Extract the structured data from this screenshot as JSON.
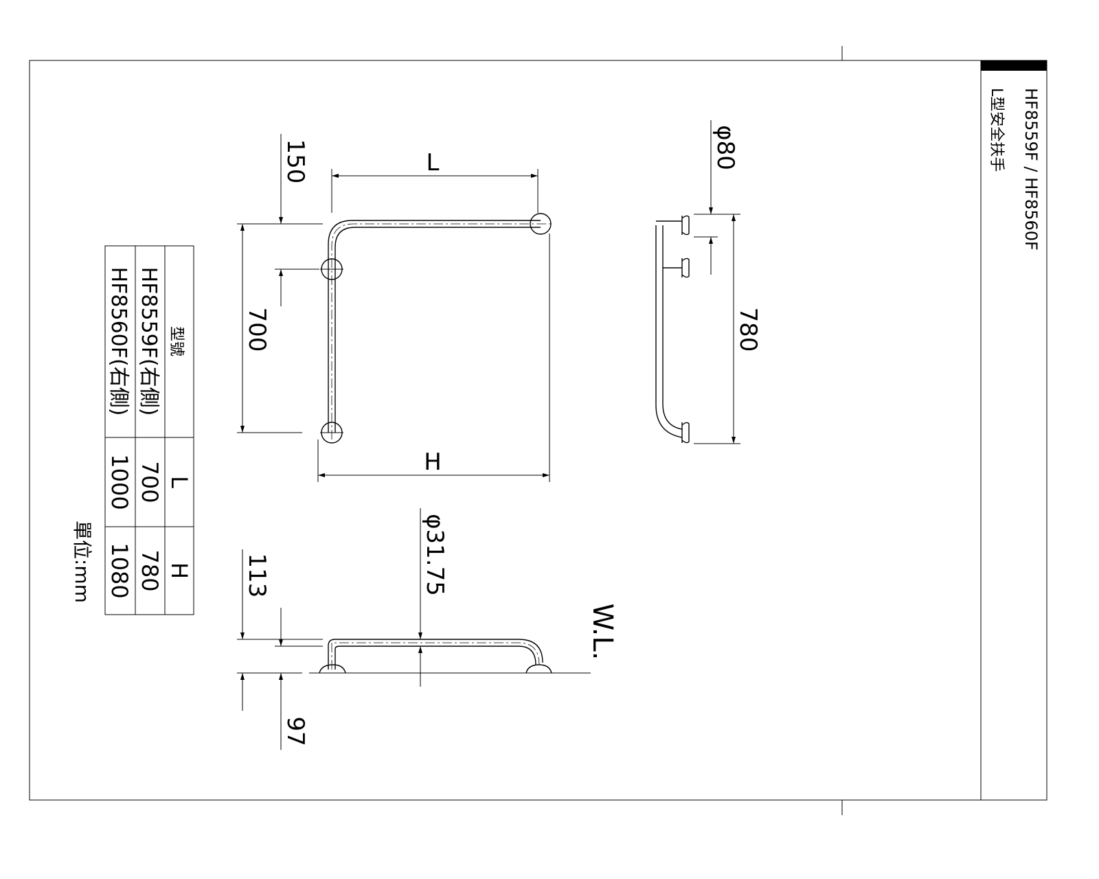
{
  "title_block": {
    "model": "HF8559F / HF8560F",
    "name": "L型安全扶手"
  },
  "dimensions": {
    "L": "L",
    "H": "H",
    "d150": "150",
    "d700": "700",
    "phi80": "φ80",
    "d780": "780",
    "phi3175": "φ31.75",
    "d113": "113",
    "d97": "97",
    "wl": "W.L."
  },
  "table": {
    "headers": [
      "型號",
      "L",
      "H"
    ],
    "rows": [
      [
        "HF8559F(右側)",
        "700",
        "780"
      ],
      [
        "HF8560F(右側)",
        "1000",
        "1080"
      ]
    ]
  },
  "unit": "單位:mm"
}
